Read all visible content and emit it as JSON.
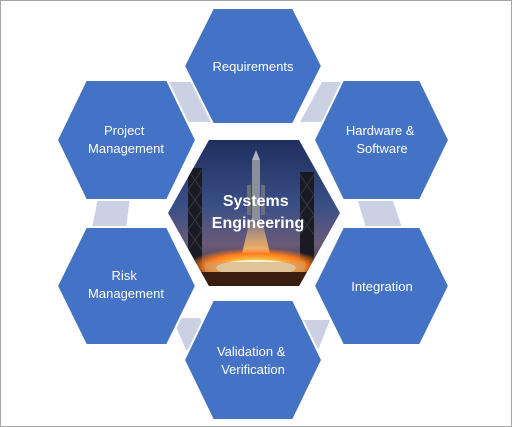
{
  "diagram": {
    "center": {
      "lines": [
        "Systems",
        "Engineering"
      ],
      "icon": "rocket-launch-image"
    },
    "nodes": [
      {
        "id": "requirements",
        "lines": [
          "Requirements"
        ]
      },
      {
        "id": "hardware-software",
        "lines": [
          "Hardware &",
          "Software"
        ]
      },
      {
        "id": "integration",
        "lines": [
          "Integration"
        ]
      },
      {
        "id": "validation-verification",
        "lines": [
          "Validation &",
          "Verification"
        ]
      },
      {
        "id": "risk-management",
        "lines": [
          "Risk",
          "Management"
        ]
      },
      {
        "id": "project-management",
        "lines": [
          "Project",
          "Management"
        ]
      }
    ],
    "colors": {
      "hex_fill": "#4472c4",
      "hex_stroke": "#ffffff",
      "connector": "#c9d1e3",
      "border": "#a6a6a6"
    }
  }
}
